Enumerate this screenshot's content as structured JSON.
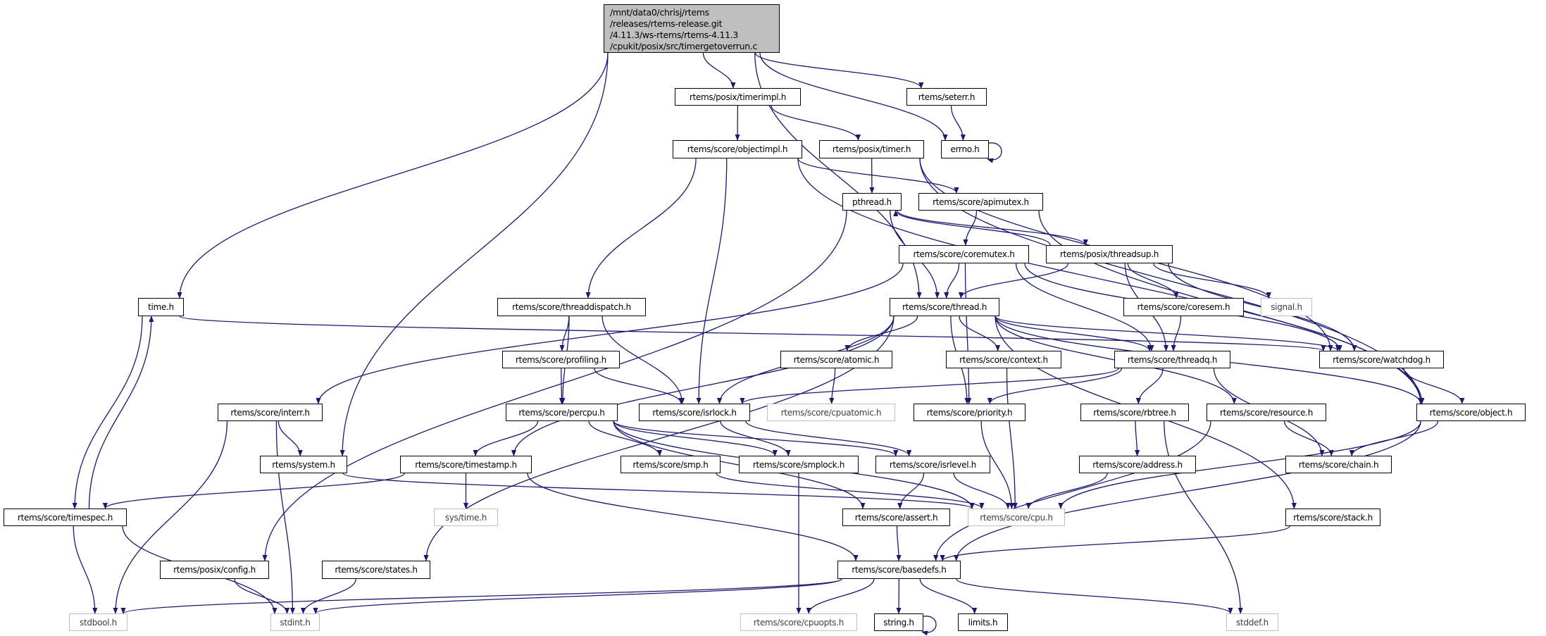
{
  "colors": {
    "edge": "#191970",
    "root_fill": "#bfbfbf",
    "missing_border": "#bfbfbf"
  },
  "root": {
    "lines": [
      "/mnt/data0/chrisj/rtems",
      "/releases/rtems-release.git",
      "/4.11.3/ws-rtems/rtems-4.11.3",
      "/cpukit/posix/src/timergetoverrun.c"
    ]
  },
  "nodes": {
    "timerimpl": {
      "label": "rtems/posix/timerimpl.h"
    },
    "seterr": {
      "label": "rtems/seterr.h"
    },
    "objectimpl": {
      "label": "rtems/score/objectimpl.h"
    },
    "timer": {
      "label": "rtems/posix/timer.h"
    },
    "errno": {
      "label": "errno.h"
    },
    "pthread": {
      "label": "pthread.h"
    },
    "apimutex": {
      "label": "rtems/score/apimutex.h"
    },
    "coremutex": {
      "label": "rtems/score/coremutex.h"
    },
    "threadsup": {
      "label": "rtems/posix/threadsup.h"
    },
    "time": {
      "label": "time.h"
    },
    "threaddispatch": {
      "label": "rtems/score/threaddispatch.h"
    },
    "thread": {
      "label": "rtems/score/thread.h"
    },
    "coresem": {
      "label": "rtems/score/coresem.h"
    },
    "signal": {
      "label": "signal.h",
      "missing": true
    },
    "profiling": {
      "label": "rtems/score/profiling.h"
    },
    "atomic": {
      "label": "rtems/score/atomic.h"
    },
    "context": {
      "label": "rtems/score/context.h"
    },
    "threadq": {
      "label": "rtems/score/threadq.h"
    },
    "watchdog": {
      "label": "rtems/score/watchdog.h"
    },
    "interr": {
      "label": "rtems/score/interr.h"
    },
    "percpu": {
      "label": "rtems/score/percpu.h"
    },
    "isrlock": {
      "label": "rtems/score/isrlock.h"
    },
    "cpuatomic": {
      "label": "rtems/score/cpuatomic.h",
      "missing": true
    },
    "priority": {
      "label": "rtems/score/priority.h"
    },
    "rbtree": {
      "label": "rtems/score/rbtree.h"
    },
    "resource": {
      "label": "rtems/score/resource.h"
    },
    "object": {
      "label": "rtems/score/object.h"
    },
    "system": {
      "label": "rtems/system.h"
    },
    "timestamp": {
      "label": "rtems/score/timestamp.h"
    },
    "smp": {
      "label": "rtems/score/smp.h"
    },
    "smplock": {
      "label": "rtems/score/smplock.h"
    },
    "isrlevel": {
      "label": "rtems/score/isrlevel.h"
    },
    "address": {
      "label": "rtems/score/address.h"
    },
    "chain": {
      "label": "rtems/score/chain.h"
    },
    "timespec": {
      "label": "rtems/score/timespec.h"
    },
    "systime": {
      "label": "sys/time.h",
      "missing": true
    },
    "assert": {
      "label": "rtems/score/assert.h"
    },
    "cpu": {
      "label": "rtems/score/cpu.h",
      "missing": true
    },
    "stack": {
      "label": "rtems/score/stack.h"
    },
    "config": {
      "label": "rtems/posix/config.h"
    },
    "states": {
      "label": "rtems/score/states.h"
    },
    "basedefs": {
      "label": "rtems/score/basedefs.h"
    },
    "stdbool": {
      "label": "stdbool.h",
      "missing": true
    },
    "stdint": {
      "label": "stdint.h",
      "missing": true
    },
    "cpuopts": {
      "label": "rtems/score/cpuopts.h",
      "missing": true
    },
    "string": {
      "label": "string.h"
    },
    "limits": {
      "label": "limits.h"
    },
    "stddef": {
      "label": "stddef.h",
      "missing": true
    }
  },
  "edges": [
    [
      "root",
      "time"
    ],
    [
      "root",
      "system"
    ],
    [
      "root",
      "thread"
    ],
    [
      "root",
      "timerimpl"
    ],
    [
      "root",
      "errno"
    ],
    [
      "root",
      "seterr"
    ],
    [
      "timerimpl",
      "objectimpl"
    ],
    [
      "timerimpl",
      "timer"
    ],
    [
      "seterr",
      "errno"
    ],
    [
      "errno",
      "errno"
    ],
    [
      "objectimpl",
      "threaddispatch"
    ],
    [
      "objectimpl",
      "isrlock"
    ],
    [
      "objectimpl",
      "apimutex"
    ],
    [
      "objectimpl",
      "object"
    ],
    [
      "timer",
      "pthread"
    ],
    [
      "timer",
      "watchdog"
    ],
    [
      "timer",
      "object"
    ],
    [
      "pthread",
      "thread"
    ],
    [
      "pthread",
      "threadsup"
    ],
    [
      "pthread",
      "config"
    ],
    [
      "apimutex",
      "coremutex"
    ],
    [
      "apimutex",
      "object"
    ],
    [
      "threadsup",
      "pthread"
    ],
    [
      "threadsup",
      "thread"
    ],
    [
      "threadsup",
      "threadq"
    ],
    [
      "threadsup",
      "coresem"
    ],
    [
      "threadsup",
      "signal"
    ],
    [
      "threadsup",
      "watchdog"
    ],
    [
      "coremutex",
      "thread"
    ],
    [
      "coremutex",
      "threadq"
    ],
    [
      "coremutex",
      "watchdog"
    ],
    [
      "coremutex",
      "priority"
    ],
    [
      "coremutex",
      "interr"
    ],
    [
      "time",
      "timespec"
    ],
    [
      "time",
      "watchdog"
    ],
    [
      "threaddispatch",
      "percpu"
    ],
    [
      "threaddispatch",
      "profiling"
    ],
    [
      "threaddispatch",
      "isrlock"
    ],
    [
      "thread",
      "isrlock"
    ],
    [
      "thread",
      "atomic"
    ],
    [
      "thread",
      "context"
    ],
    [
      "thread",
      "priority"
    ],
    [
      "thread",
      "threadq"
    ],
    [
      "thread",
      "watchdog"
    ],
    [
      "thread",
      "object"
    ],
    [
      "thread",
      "resource"
    ],
    [
      "thread",
      "stack"
    ],
    [
      "thread",
      "timestamp"
    ],
    [
      "thread",
      "states"
    ],
    [
      "coresem",
      "threadq"
    ],
    [
      "profiling",
      "percpu"
    ],
    [
      "profiling",
      "isrlock"
    ],
    [
      "atomic",
      "cpuatomic"
    ],
    [
      "context",
      "cpu"
    ],
    [
      "threadq",
      "isrlock"
    ],
    [
      "threadq",
      "priority"
    ],
    [
      "threadq",
      "rbtree"
    ],
    [
      "threadq",
      "chain"
    ],
    [
      "watchdog",
      "object"
    ],
    [
      "interr",
      "system"
    ],
    [
      "interr",
      "stdbool"
    ],
    [
      "interr",
      "stdint"
    ],
    [
      "percpu",
      "timestamp"
    ],
    [
      "percpu",
      "smp"
    ],
    [
      "percpu",
      "smplock"
    ],
    [
      "percpu",
      "isrlevel"
    ],
    [
      "percpu",
      "assert"
    ],
    [
      "percpu",
      "cpu"
    ],
    [
      "isrlock",
      "smplock"
    ],
    [
      "isrlock",
      "isrlevel"
    ],
    [
      "priority",
      "cpu"
    ],
    [
      "rbtree",
      "address"
    ],
    [
      "rbtree",
      "stddef"
    ],
    [
      "resource",
      "chain"
    ],
    [
      "resource",
      "basedefs"
    ],
    [
      "object",
      "chain"
    ],
    [
      "object",
      "cpu"
    ],
    [
      "object",
      "basedefs"
    ],
    [
      "system",
      "cpu"
    ],
    [
      "timestamp",
      "timespec"
    ],
    [
      "timestamp",
      "systime"
    ],
    [
      "timestamp",
      "basedefs"
    ],
    [
      "smp",
      "cpu"
    ],
    [
      "smplock",
      "cpuopts"
    ],
    [
      "isrlevel",
      "assert"
    ],
    [
      "isrlevel",
      "cpu"
    ],
    [
      "address",
      "cpu"
    ],
    [
      "timespec",
      "time"
    ],
    [
      "timespec",
      "stdbool"
    ],
    [
      "timespec",
      "stdint"
    ],
    [
      "assert",
      "basedefs"
    ],
    [
      "stack",
      "basedefs"
    ],
    [
      "config",
      "stdint"
    ],
    [
      "states",
      "stdint"
    ],
    [
      "basedefs",
      "stdbool"
    ],
    [
      "basedefs",
      "stdint"
    ],
    [
      "basedefs",
      "cpuopts"
    ],
    [
      "basedefs",
      "string"
    ],
    [
      "basedefs",
      "limits"
    ],
    [
      "basedefs",
      "stddef"
    ],
    [
      "string",
      "string"
    ]
  ]
}
